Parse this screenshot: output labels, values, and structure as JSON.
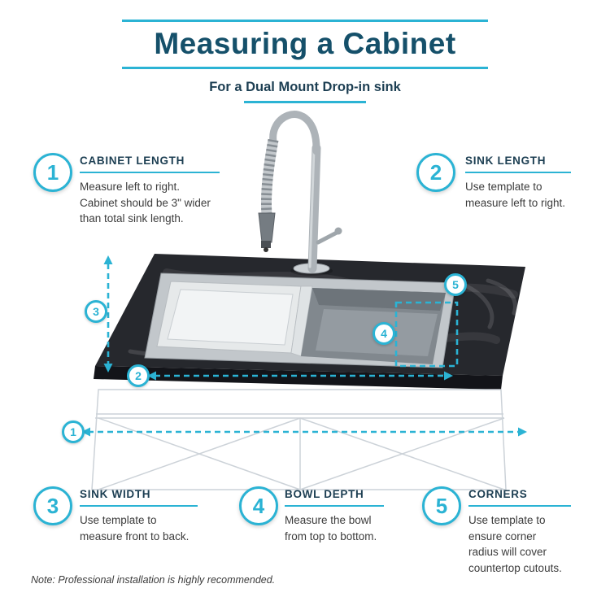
{
  "header": {
    "title": "Measuring a Cabinet",
    "subtitle": "For a Dual Mount Drop-in sink"
  },
  "callouts": [
    {
      "num": "1",
      "label": "CABINET LENGTH",
      "text": "Measure left to right.\nCabinet should be 3\" wider\nthan total sink length."
    },
    {
      "num": "2",
      "label": "SINK LENGTH",
      "text": "Use template to\nmeasure left to right."
    },
    {
      "num": "3",
      "label": "SINK WIDTH",
      "text": "Use template to\nmeasure front to back."
    },
    {
      "num": "4",
      "label": "BOWL DEPTH",
      "text": "Measure the bowl\nfrom top to bottom."
    },
    {
      "num": "5",
      "label": "CORNERS",
      "text": "Use template to\nensure corner\nradius will cover\ncountertop cutouts."
    }
  ],
  "markers": [
    {
      "num": "1"
    },
    {
      "num": "2"
    },
    {
      "num": "3"
    },
    {
      "num": "4"
    },
    {
      "num": "5"
    }
  ],
  "note": "Note: Professional installation is highly recommended.",
  "colors": {
    "accent": "#2bb3d4",
    "title": "#15506a",
    "label": "#1c3e52",
    "body": "#3c3c3c",
    "note": "#3b3b3b"
  }
}
